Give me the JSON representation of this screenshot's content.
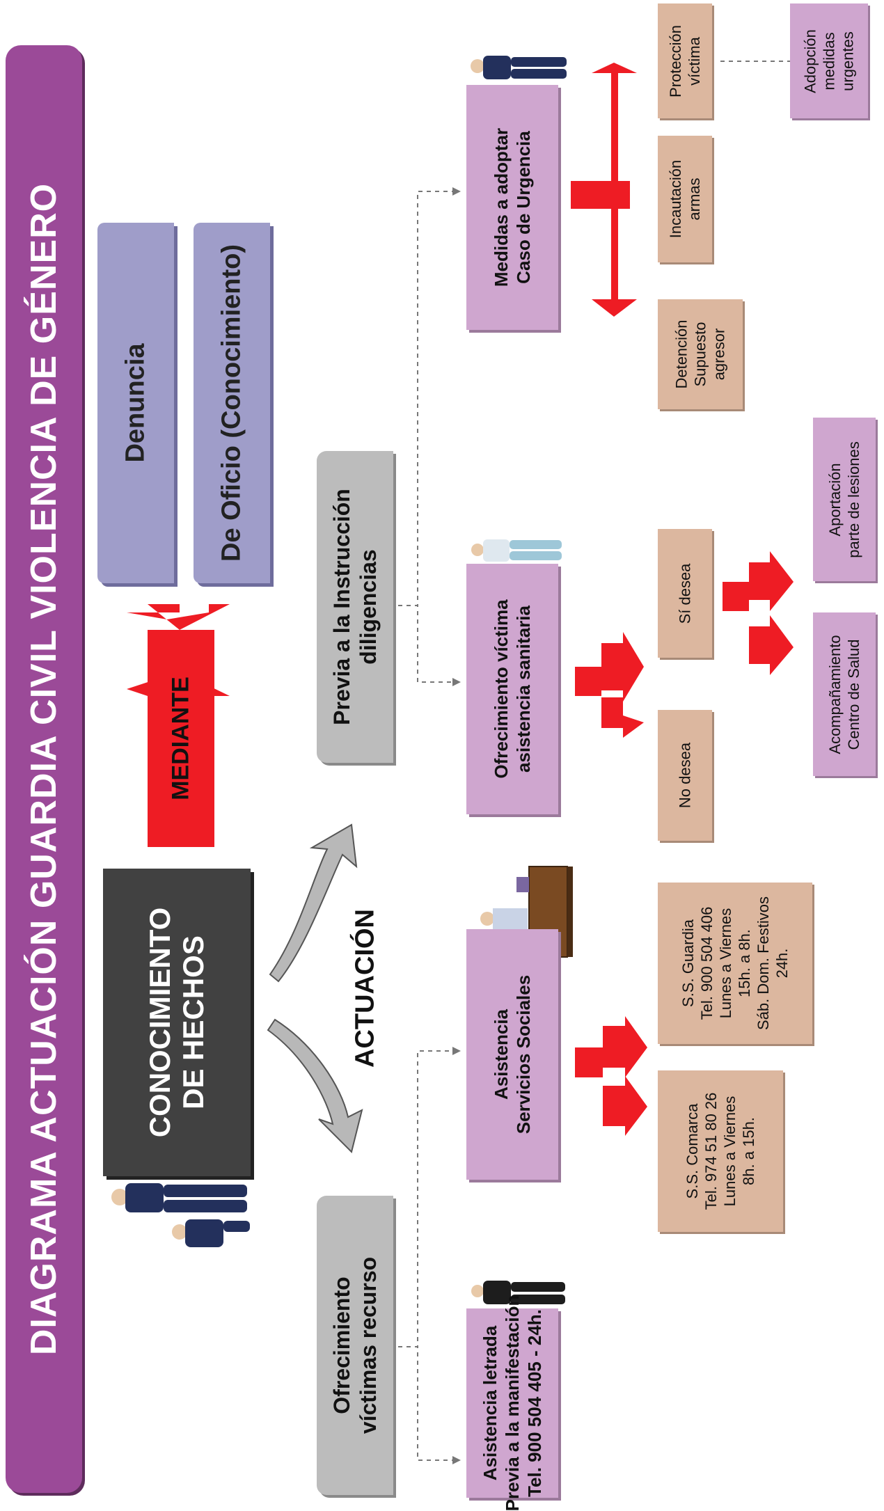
{
  "title": "DIAGRAMA ACTUACIÓN GUARDIA CIVIL VIOLENCIA DE GÉNERO",
  "mediante": {
    "arrow_label": "MEDIANTE",
    "options": [
      "Denuncia",
      "De Oficio (Conocimiento)"
    ]
  },
  "conocimiento": "CONOCIMIENTO\nDE HECHOS",
  "actuacion_label": "ACTUACIÓN",
  "branches": {
    "previa": "Previa a la Instrucción\ndiligencias",
    "recurso": "Ofrecimiento\nvíctimas recurso"
  },
  "medidas": {
    "label": "Medidas a adoptar\nCaso de Urgencia",
    "items": [
      "Detención\nSupuesto\nagresor",
      "Incautación\narmas",
      "Protección\nvíctima",
      "Adopción\nmedidas\nurgentes"
    ]
  },
  "sanitaria": {
    "label": "Ofrecimiento víctima\nasistencia sanitaria",
    "no": "No desea",
    "si": "Sí desea",
    "si_options": [
      "Acompañamiento\nCentro de Salud",
      "Aportación\nparte de lesiones"
    ]
  },
  "sociales": {
    "label": "Asistencia\nServicios Sociales",
    "comarca": "S.S. Comarca\nTel. 974 51 80 26\nLunes a Viernes\n8h. a 15h.",
    "guardia": "S.S. Guardia\nTel. 900 504 406\nLunes a Viernes\n15h. a 8h.\nSáb. Dom. Festivos\n24h."
  },
  "letrada": "Asistencia letrada\nPrevia a la manifestación\nTel. 900 504 405 - 24h.",
  "colors": {
    "title": "#9b4a98",
    "blue_box": "#9f9dc9",
    "dark_box": "#414141",
    "grey_box": "#bcbcbc",
    "lilac_box": "#cfa6cf",
    "tan_box": "#dcb79f",
    "red_arrow": "#ee1c24"
  }
}
